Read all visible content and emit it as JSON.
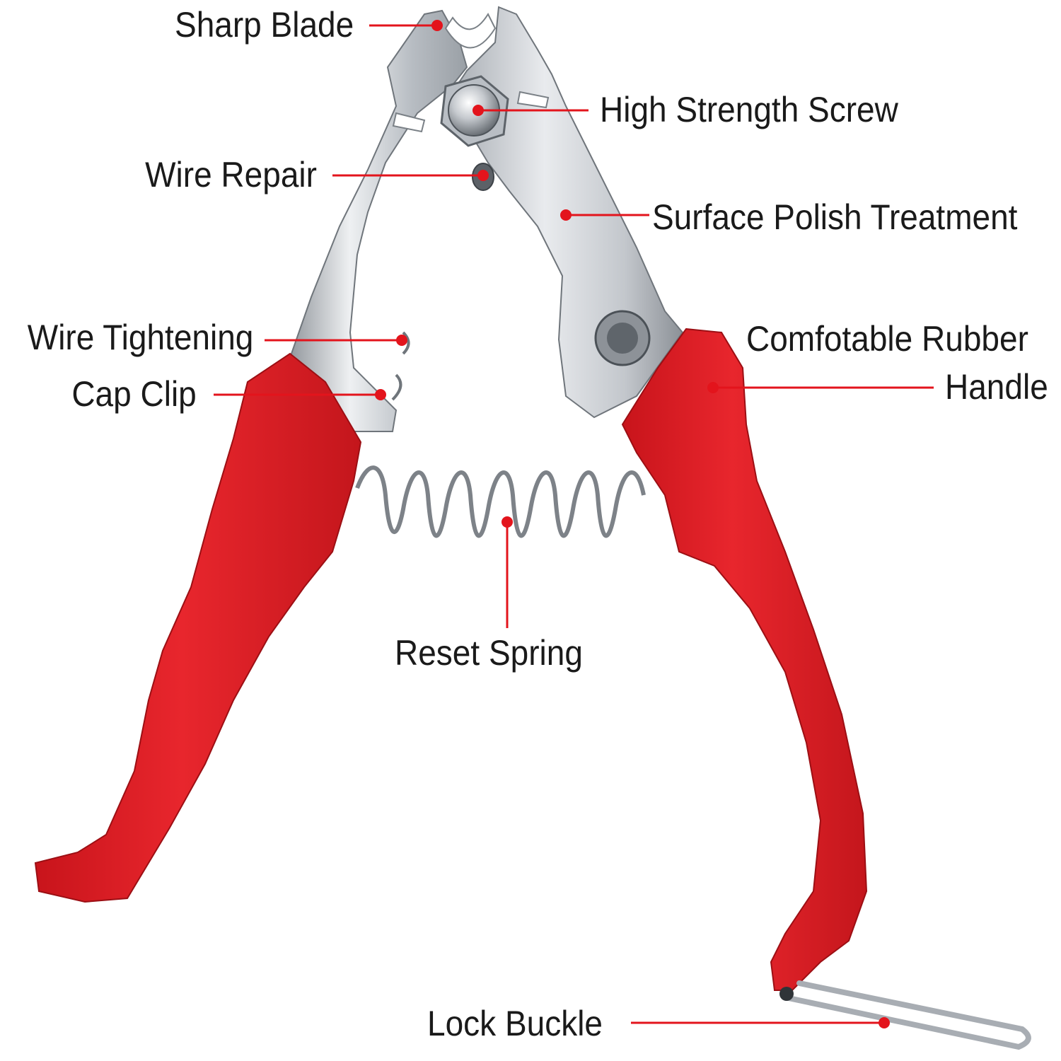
{
  "callouts": {
    "sharp_blade": "Sharp Blade",
    "high_strength_screw": "High Strength Screw",
    "wire_repair": "Wire Repair",
    "surface_polish": "Surface Polish Treatment",
    "wire_tightening": "Wire Tightening",
    "comfortable_handle_line1": "Comfotable Rubber",
    "comfortable_handle_line2": "Handle",
    "cap_clip": "Cap Clip",
    "reset_spring": "Reset Spring",
    "lock_buckle": "Lock Buckle"
  },
  "colors": {
    "pointer": "#e3141c",
    "handle": "#e3242b",
    "steel": "#c9ccd0"
  }
}
